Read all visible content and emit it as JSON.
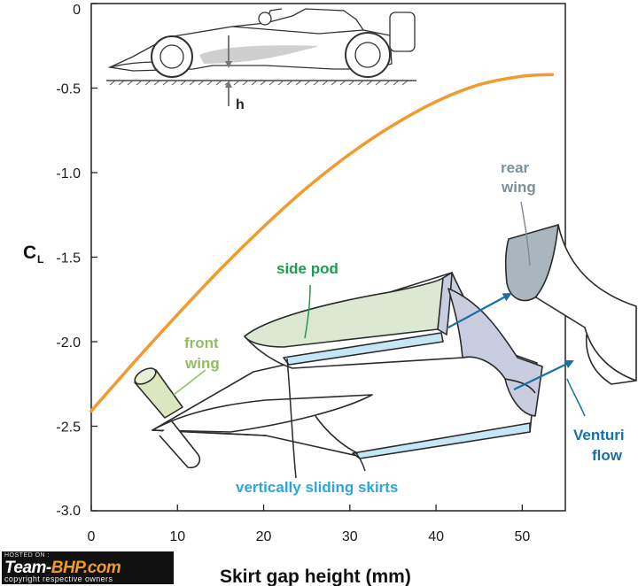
{
  "chart_data": {
    "type": "line",
    "xlabel": "Skirt gap height (mm)",
    "ylabel": "C",
    "ylabel_sub": "L",
    "xlim": [
      0,
      55
    ],
    "ylim": [
      -3.0,
      0
    ],
    "x_ticks": [
      0,
      10,
      20,
      30,
      40,
      50
    ],
    "y_ticks": [
      {
        "value": 0,
        "label": "0"
      },
      {
        "value": -0.5,
        "label": "-0.5"
      },
      {
        "value": -1.0,
        "label": "-1.0"
      },
      {
        "value": -1.5,
        "label": "-1.5"
      },
      {
        "value": -2.0,
        "label": "-2.0"
      },
      {
        "value": -2.5,
        "label": "-2.5"
      },
      {
        "value": -3.0,
        "label": "-3.0"
      }
    ],
    "grid": false,
    "series": [
      {
        "color": "#f29a2e",
        "x": [
          0,
          5,
          10,
          15,
          20,
          25,
          30,
          35,
          40,
          45,
          50,
          53.5
        ],
        "y": [
          -2.41,
          -2.12,
          -1.84,
          -1.57,
          -1.32,
          -1.09,
          -0.89,
          -0.72,
          -0.58,
          -0.48,
          -0.43,
          -0.42
        ]
      }
    ],
    "annotations": {
      "side_pod": "side pod",
      "rear_wing_line1": "rear",
      "rear_wing_line2": "wing",
      "front_wing_line1": "front",
      "front_wing_line2": "wing",
      "venturi_line1": "Venturi",
      "venturi_line2": "flow",
      "skirts": "vertically sliding skirts",
      "h": "h"
    }
  },
  "colors": {
    "side_pod": "#1f9a50",
    "front_wing": "#8fbf5e",
    "rear_wing": "#7d8f9c",
    "venturi": "#1a6fa8",
    "skirts": "#2aa7dc",
    "curve": "#f29a2e"
  },
  "watermark": {
    "top": "HOSTED ON :",
    "brand_a": "Team-",
    "brand_b": "BHP.com",
    "copyright": "copyright respective owners"
  }
}
